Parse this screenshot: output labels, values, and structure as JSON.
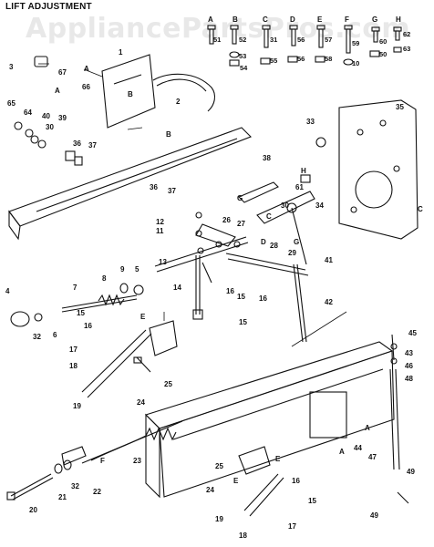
{
  "title": "LIFT ADJUSTMENT",
  "watermark": "AppliancePartsPros.com",
  "hardware_legend": [
    {
      "letter": "A",
      "parts": [
        "51"
      ]
    },
    {
      "letter": "B",
      "parts": [
        "52",
        "53",
        "54"
      ]
    },
    {
      "letter": "C",
      "parts": [
        "31",
        "55"
      ]
    },
    {
      "letter": "D",
      "parts": [
        "56",
        "56"
      ]
    },
    {
      "letter": "E",
      "parts": [
        "57",
        "58"
      ]
    },
    {
      "letter": "F",
      "parts": [
        "59",
        "10"
      ]
    },
    {
      "letter": "G",
      "parts": [
        "60",
        "50"
      ]
    },
    {
      "letter": "H",
      "parts": [
        "62",
        "63"
      ]
    }
  ],
  "callouts": {
    "n1": "1",
    "n2": "2",
    "n3": "3",
    "n4": "4",
    "n5": "5",
    "n6": "6",
    "n7": "7",
    "n8": "8",
    "n9": "9",
    "n11": "11",
    "n12": "12",
    "n13": "13",
    "n14": "14",
    "n15a": "15",
    "n15b": "15",
    "n15c": "15",
    "n16a": "16",
    "n16b": "16",
    "n16c": "16",
    "n17a": "17",
    "n17b": "17",
    "n18a": "18",
    "n18b": "18",
    "n19a": "19",
    "n19b": "19",
    "n20": "20",
    "n21": "21",
    "n22": "22",
    "n23": "23",
    "n24a": "24",
    "n24b": "24",
    "n25a": "25",
    "n25b": "25",
    "n26": "26",
    "n27": "27",
    "n28": "28",
    "n29": "29",
    "n30": "30",
    "n32a": "32",
    "n32b": "32",
    "n33": "33",
    "n34": "34",
    "n35": "35",
    "n36a": "36",
    "n36b": "36",
    "n37a": "37",
    "n37b": "37",
    "n38a": "38",
    "n38b": "38",
    "n39": "39",
    "n40": "40",
    "n41": "41",
    "n42": "42",
    "n43": "43",
    "n44": "44",
    "n45": "45",
    "n46": "46",
    "n47": "47",
    "n48": "48",
    "n49a": "49",
    "n49b": "49",
    "n61": "61",
    "n64": "64",
    "n65": "65",
    "n66": "66",
    "n67": "67"
  },
  "letters": {
    "A": "A",
    "B": "B",
    "C": "C",
    "D": "D",
    "E": "E",
    "F": "F",
    "G": "G",
    "H": "H"
  }
}
